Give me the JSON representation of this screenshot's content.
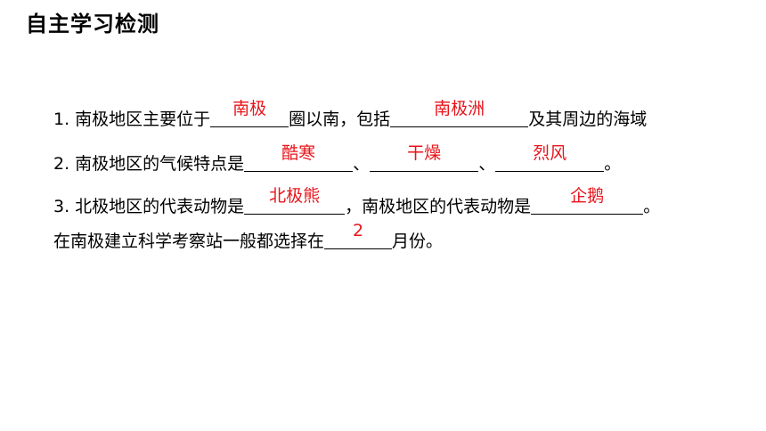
{
  "title": "自主学习检测",
  "colors": {
    "answer": "#e8141b",
    "text": "#000000"
  },
  "q1": {
    "pre": "1. 南极地区主要位于",
    "a1": "南极",
    "mid": "圈以南，包括",
    "a2": "南极洲",
    "post": "及其周边的海域"
  },
  "q2": {
    "pre": "2. 南极地区的气候特点是",
    "a1": "酷寒",
    "sep1": "、",
    "a2": "干燥",
    "sep2": "、",
    "a3": "烈风",
    "post": "。"
  },
  "q3": {
    "pre": "3. 北极地区的代表动物是",
    "a1": "北极熊",
    "mid": "，南极地区的代表动物是",
    "a2": "企鹅",
    "post": "。"
  },
  "q4": {
    "pre": "在南极建立科学考察站一般都选择在",
    "a1": "2",
    "post": "月份。"
  }
}
